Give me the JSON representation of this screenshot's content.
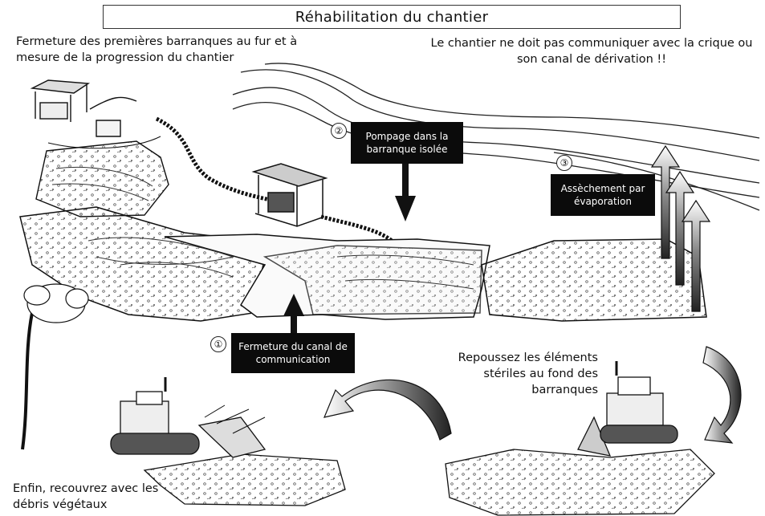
{
  "title": "Réhabilitation du chantier",
  "notes": {
    "top_left": "Fermeture des premières barranques au fur et à mesure de la progression du chantier",
    "top_right": "Le chantier ne doit pas communiquer avec la crique ou son canal de dérivation !!",
    "bottom_left": "Enfin, recouvrez avec les débris végétaux",
    "bottom_right": "Repoussez les éléments stériles au fond des barranques"
  },
  "steps": [
    {
      "number": "①",
      "label": "Fermeture du canal de communication"
    },
    {
      "number": "②",
      "label": "Pompage dans la barranque isolée"
    },
    {
      "number": "③",
      "label": "Assèchement par évaporation"
    }
  ]
}
